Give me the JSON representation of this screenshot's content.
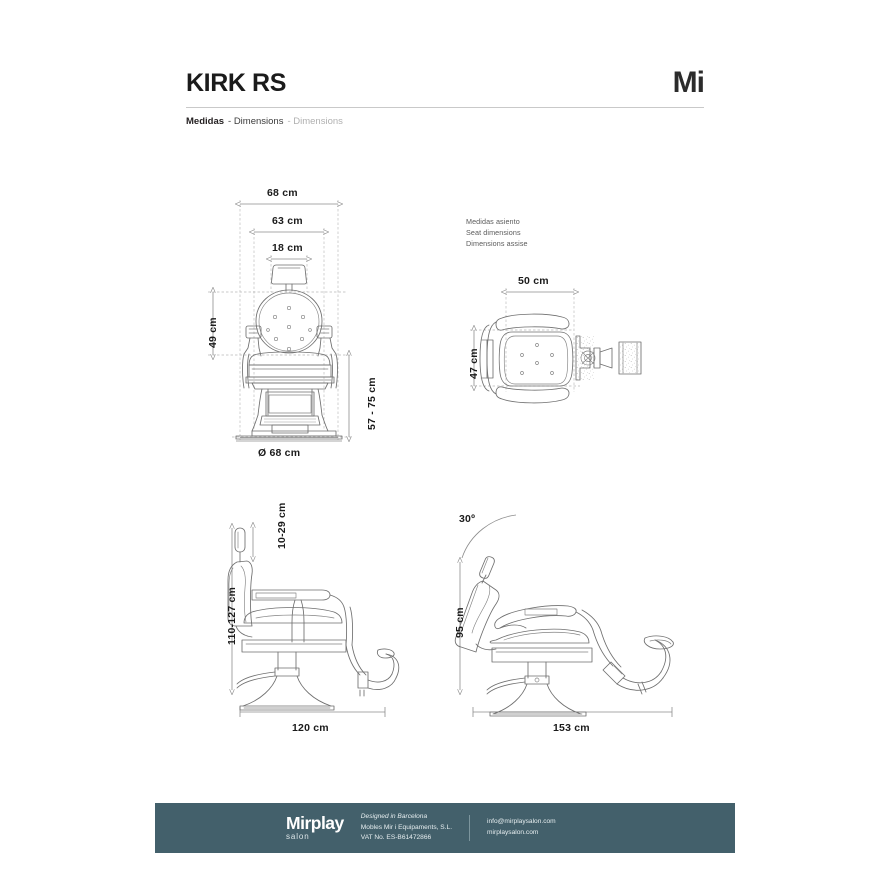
{
  "document": {
    "title": "KIRK RS",
    "brand_mark": "Mi",
    "subtitle": {
      "es": "Medidas",
      "en": "- Dimensions",
      "fr": "- Dimensions"
    }
  },
  "seat_caption": {
    "es": "Medidas asiento",
    "en": "Seat dimensions",
    "fr": "Dimensions assise"
  },
  "views": {
    "front": {
      "name": "front-view",
      "dimensions": {
        "overall_width": "68 cm",
        "armrest_width": "63 cm",
        "headrest_width": "18 cm",
        "backrest_height": "49 cm",
        "seat_height_range": "57 - 75 cm",
        "base_diameter": "Ø 68 cm"
      }
    },
    "top": {
      "name": "top-view",
      "dimensions": {
        "seat_width": "50 cm",
        "seat_depth": "47 cm"
      }
    },
    "side_upright": {
      "name": "side-view-upright",
      "dimensions": {
        "headrest_travel": "10-29 cm",
        "total_height_range": "110-127 cm",
        "total_depth": "120 cm"
      }
    },
    "side_reclined": {
      "name": "side-view-reclined",
      "dimensions": {
        "recline_angle": "30º",
        "reclined_height": "95 cm",
        "reclined_depth": "153 cm"
      }
    }
  },
  "footer": {
    "logo_main": "Mirplay",
    "logo_sub": "salon",
    "company": {
      "designed": "Designed in Barcelona",
      "legal_name": "Mobles Mir i Equipaments, S.L.",
      "vat": "VAT No. ES-B61472866"
    },
    "contact": {
      "email": "info@mirplaysalon.com",
      "website": "mirplaysalon.com"
    }
  },
  "colors": {
    "footer_bg": "#43606b",
    "line": "#6b6b6b",
    "dim_line": "#8a8a8a",
    "text": "#231f20"
  }
}
